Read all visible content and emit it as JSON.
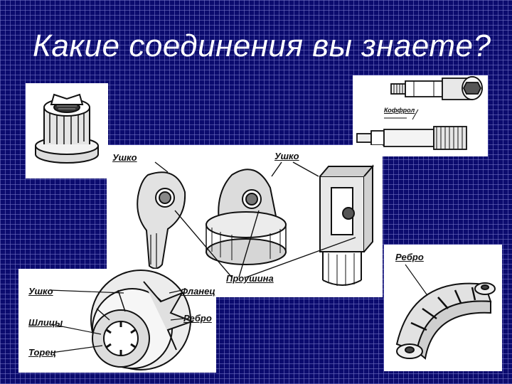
{
  "slide": {
    "title": "Какие соединения вы знаете?"
  },
  "figures": {
    "bushing": {
      "icon": "threaded-bushing-icon"
    },
    "bolts": {
      "callout": "Коффрол",
      "icon": "threaded-bolts-icon"
    },
    "eyes": {
      "label_eye_left": "Ушко",
      "label_eye_right": "Ушко",
      "label_lug": "Проушина",
      "icon": "eye-lug-parts-icon"
    },
    "splined": {
      "label_eye": "Ушко",
      "label_splines": "Шлицы",
      "label_end": "Торец",
      "label_flange": "Фланец",
      "label_rib": "Ребро",
      "icon": "splined-hub-icon"
    },
    "arch": {
      "label_rib": "Ребро",
      "icon": "ribbed-arch-icon"
    }
  }
}
